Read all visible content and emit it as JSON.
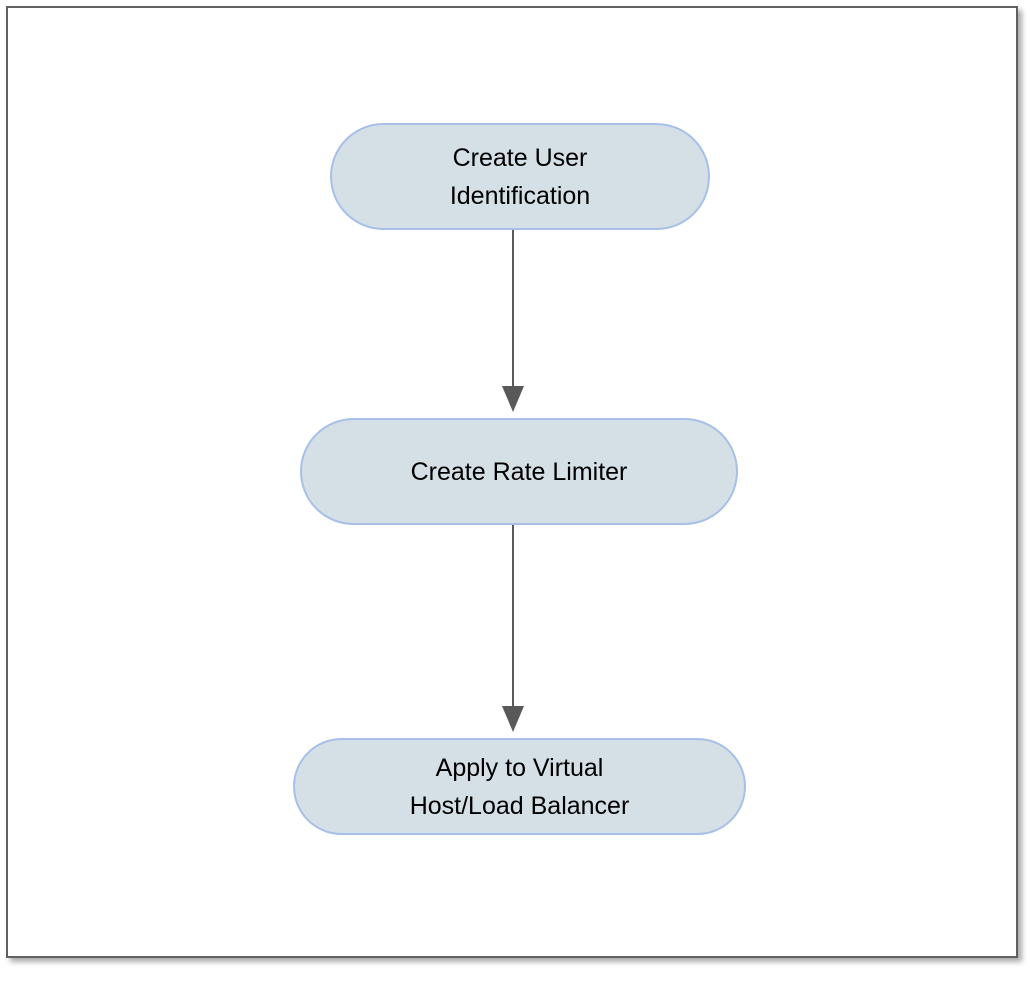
{
  "diagram": {
    "type": "flowchart",
    "orientation": "vertical",
    "title_text": "",
    "colors": {
      "node_fill": "#d4dfe6",
      "node_border": "#a8c0e8",
      "node_text": "#000000",
      "connector": "#595959",
      "frame_border": "#606060",
      "background": "#ffffff"
    },
    "nodes": [
      {
        "id": "node-1",
        "label": "Create User\nIdentification",
        "line1": "Create User",
        "line2": "Identification",
        "shape": "stadium"
      },
      {
        "id": "node-2",
        "label": "Create Rate Limiter",
        "line1": "Create Rate Limiter",
        "line2": "",
        "shape": "stadium"
      },
      {
        "id": "node-3",
        "label": "Apply to Virtual\nHost/Load Balancer",
        "line1": "Apply to Virtual",
        "line2": "Host/Load Balancer",
        "shape": "stadium"
      }
    ],
    "edges": [
      {
        "id": "edge-1",
        "from": "node-1",
        "to": "node-2",
        "label": "",
        "arrowhead": "solid-triangle"
      },
      {
        "id": "edge-2",
        "from": "node-2",
        "to": "node-3",
        "label": "",
        "arrowhead": "solid-triangle"
      }
    ]
  }
}
